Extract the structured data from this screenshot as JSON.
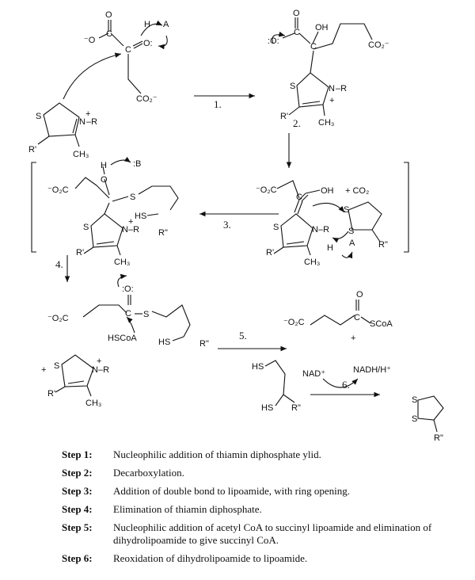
{
  "reaction_labels": [
    "1.",
    "2.",
    "3.",
    "4.",
    "5.",
    "6."
  ],
  "molecule1": {
    "labels": [
      "O",
      "⁻O",
      "C",
      "C",
      "O:",
      "H",
      "A",
      "S",
      "N",
      "+",
      "–R",
      "R'",
      "CH₃",
      "CO₂⁻"
    ]
  },
  "molecule2": {
    "labels": [
      "O",
      ":O:",
      "C",
      "C",
      "OH",
      "CO₂⁻",
      "S",
      "N",
      "+",
      "–R",
      "R'",
      "CH₃"
    ]
  },
  "molecule3": {
    "labels": [
      "H",
      ":B",
      "O",
      "⁻O₂C",
      "S",
      "HS",
      "R\"",
      "S",
      "N",
      "+",
      "–R",
      "R'",
      "CH₃"
    ]
  },
  "molecule4": {
    "labels": [
      "⁻O₂C",
      "C",
      "OH",
      "+ CO₂",
      "S",
      "N",
      "–R",
      "R'",
      "CH₃",
      "S",
      "S",
      "R\"",
      "H",
      "A"
    ]
  },
  "molecule5": {
    "labels": [
      "⁻O₂C",
      "C",
      ":O:",
      "S",
      "HS",
      "R\"",
      "HSCoA",
      "+",
      "S",
      "N",
      "+",
      "–R",
      "R'",
      "CH₃"
    ]
  },
  "molecule6": {
    "labels": [
      "O",
      "⁻O₂C",
      "C",
      "SCoA",
      "+",
      "HS",
      "HS",
      "R\"",
      "NAD⁺",
      "NADH/H⁺",
      "S",
      "S",
      "R\""
    ]
  },
  "steps": [
    {
      "label": "Step 1:",
      "text": "Nucleophilic addition of thiamin diphosphate ylid."
    },
    {
      "label": "Step 2:",
      "text": "Decarboxylation."
    },
    {
      "label": "Step 3:",
      "text": "Addition of double bond to lipoamide, with ring opening."
    },
    {
      "label": "Step 4:",
      "text": "Elimination of thiamin diphosphate."
    },
    {
      "label": "Step 5:",
      "text": "Nucleophilic addition of acetyl CoA to succinyl lipoamide and elimination of dihydrolipoamide to give succinyl CoA."
    },
    {
      "label": "Step 6:",
      "text": "Reoxidation of dihydrolipoamide to lipoamide."
    }
  ]
}
